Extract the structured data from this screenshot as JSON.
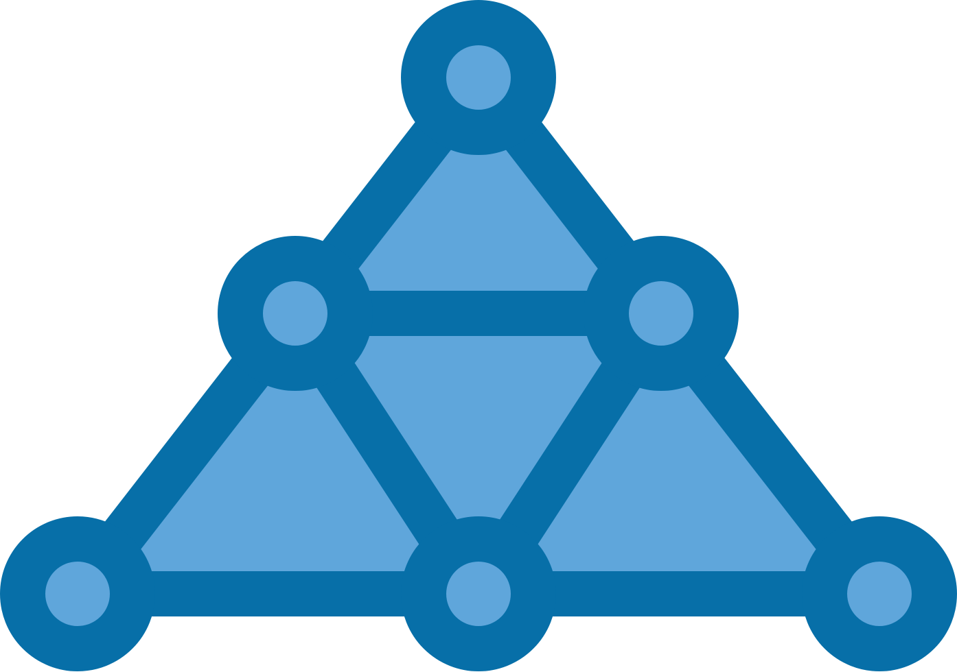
{
  "icon": {
    "name": "network-pyramid-icon",
    "description_shape": "triangular node graph"
  },
  "colors": {
    "stroke": "#076fa8",
    "fill": "#5fa6db",
    "background": "#ffffff"
  },
  "graph": {
    "nodes": [
      "top",
      "mid-left",
      "mid-right",
      "bottom-left",
      "bottom-center",
      "bottom-right"
    ],
    "edges": [
      [
        "top",
        "mid-left"
      ],
      [
        "top",
        "mid-right"
      ],
      [
        "mid-left",
        "mid-right"
      ],
      [
        "mid-left",
        "bottom-left"
      ],
      [
        "mid-left",
        "bottom-center"
      ],
      [
        "mid-right",
        "bottom-center"
      ],
      [
        "mid-right",
        "bottom-right"
      ],
      [
        "bottom-left",
        "bottom-center"
      ],
      [
        "bottom-center",
        "bottom-right"
      ]
    ],
    "faces": [
      [
        "top",
        "mid-left",
        "mid-right"
      ],
      [
        "mid-left",
        "bottom-left",
        "bottom-center"
      ],
      [
        "mid-left",
        "mid-right",
        "bottom-center"
      ],
      [
        "mid-right",
        "bottom-center",
        "bottom-right"
      ]
    ]
  }
}
